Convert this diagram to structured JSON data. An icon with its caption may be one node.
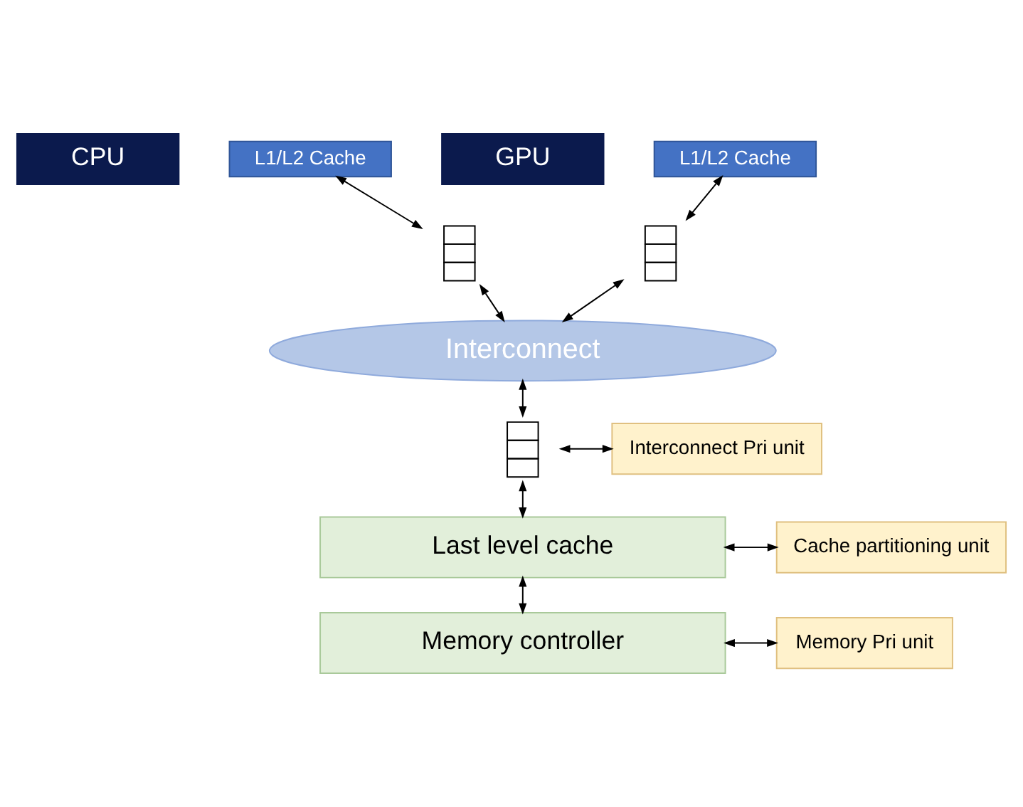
{
  "diagram": {
    "nodes": [
      {
        "text": [
          "CPU"
        ]
      },
      {
        "text": [
          "L1/L2 Cache"
        ]
      },
      {
        "text": [
          "GPU"
        ]
      },
      {
        "text": [
          "L1/L2 Cache"
        ]
      },
      {
        "text": [],
        "shape": "box"
      },
      {
        "text": [],
        "shape": "box"
      },
      {
        "text": [
          "Interconnect"
        ]
      },
      {
        "text": [],
        "shape": "box"
      },
      {
        "text": [
          "Interconnect Pri unit"
        ]
      },
      {
        "text": [
          "Last level cache"
        ]
      },
      {
        "text": [
          "Cache partitioning unit"
        ]
      },
      {
        "text": [
          "Memory controller"
        ]
      },
      {
        "text": [
          "Memory Pri unit"
        ]
      }
    ],
    "edges": [
      {
        "from": 1,
        "to": 4,
        "arrow": "both"
      },
      {
        "from": 3,
        "to": 5,
        "arrow": "both"
      },
      {
        "from": 4,
        "to": 6,
        "arrow": "both"
      },
      {
        "from": 5,
        "to": 6,
        "arrow": "both"
      },
      {
        "from": 6,
        "to": 7,
        "arrow": "both"
      },
      {
        "from": 7,
        "to": 8,
        "arrow": "both"
      },
      {
        "from": 7,
        "to": 9,
        "arrow": "both"
      },
      {
        "from": 9,
        "to": 10,
        "arrow": "both"
      },
      {
        "from": 9,
        "to": 11,
        "arrow": "both"
      },
      {
        "from": 11,
        "to": 12,
        "arrow": "both"
      }
    ]
  }
}
